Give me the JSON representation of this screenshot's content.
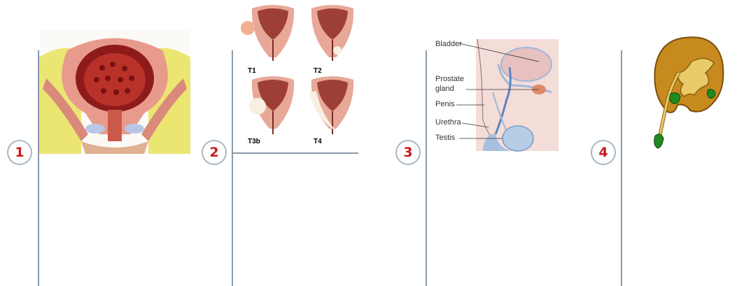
{
  "steps": [
    {
      "number": "1"
    },
    {
      "number": "2"
    },
    {
      "number": "3"
    },
    {
      "number": "4"
    }
  ],
  "colors": {
    "badge_text": "#cc1a1a",
    "divider": "#8a9aa8",
    "badge_border": "#a9b7c2"
  },
  "panel2": {
    "labels": [
      "T1",
      "T2",
      "T3b",
      "T4"
    ]
  },
  "panel3": {
    "labels": {
      "bladder": "Bladder",
      "prostate_line1": "Prostate",
      "prostate_line2": "gland",
      "penis": "Penis",
      "urethra": "Urethra",
      "testis": "Testis"
    }
  }
}
